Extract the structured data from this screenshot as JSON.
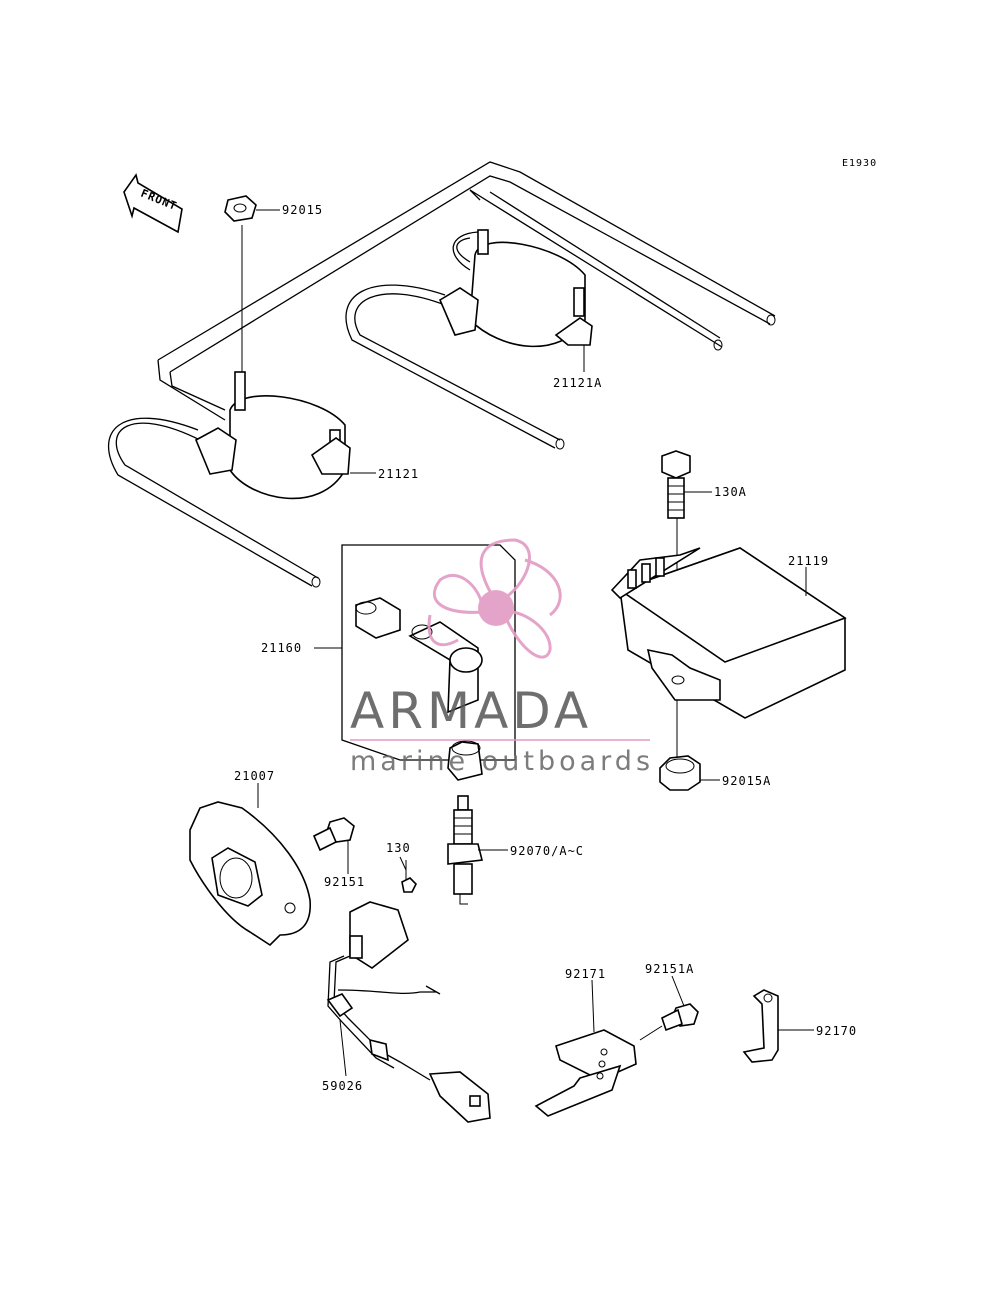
{
  "diagram": {
    "code": "E1930",
    "front_label": "FRONT"
  },
  "parts": {
    "p92015": "92015",
    "p21121A": "21121A",
    "p21121": "21121",
    "p130A": "130A",
    "p21119": "21119",
    "p21160": "21160",
    "p92015A": "92015A",
    "p21007": "21007",
    "p92070": "92070/A~C",
    "p130": "130",
    "p92151": "92151",
    "p92171": "92171",
    "p92151A": "92151A",
    "p92170": "92170",
    "p59026": "59026"
  },
  "watermark": {
    "title": "ARMADA",
    "subtitle": "marine outboards",
    "color": "#e29bc4"
  }
}
